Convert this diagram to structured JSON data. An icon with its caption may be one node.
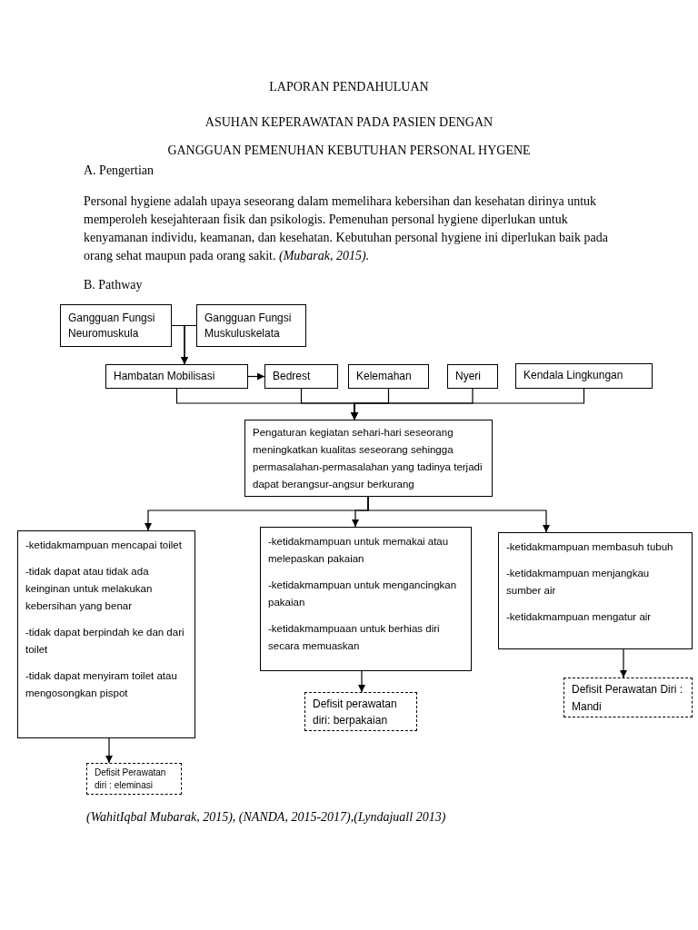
{
  "diagram": {
    "title": "LAPORAN PENDAHULUAN",
    "nodes": [
      {
        "text": [
          "Gangguan Fungsi Neuromuskula"
        ]
      },
      {
        "text": [
          "Gangguan Fungsi Muskuluskelata"
        ]
      },
      {
        "text": [
          "Hambatan Mobilisasi"
        ]
      },
      {
        "text": [
          "Bedrest"
        ]
      },
      {
        "text": [
          "Kelemahan"
        ]
      },
      {
        "text": [
          "Nyeri"
        ]
      },
      {
        "text": [
          "Kendala Lingkungan"
        ]
      },
      {
        "text": [
          "Pengaturan kegiatan sehari-hari seseorang meningkatkan kualitas seseorang sehingga permasalahan-permasalahan yang tadinya terjadi dapat berangsur-angsur berkurang"
        ]
      },
      {
        "text": [
          "-ketidakmampuan mencapai toilet",
          "-tidak dapat atau tidak ada keinginan untuk melakukan kebersihan yang benar",
          "-tidak dapat berpindah ke dan dari toilet",
          "-tidak dapat menyiram toilet atau mengosongkan pispot"
        ]
      },
      {
        "text": [
          "-ketidakmampuan untuk memakai atau melepaskan pakaian",
          "-ketidakmampuan untuk mengancingkan pakaian",
          "-ketidakmampuaan untuk berhias diri secara memuaskan"
        ]
      },
      {
        "text": [
          "-ketidakmampuan membasuh tubuh",
          "-ketidakmampuan menjangkau sumber air",
          "-ketidakmampuan mengatur air"
        ]
      },
      {
        "text": [
          "Defisit Perawatan diri : eleminasi"
        ]
      },
      {
        "text": [
          "Defisit perawatan diri: berpakaian"
        ]
      },
      {
        "text": [
          "Defisit Perawatan Diri : Mandi"
        ]
      }
    ],
    "edges": [
      {
        "from": 0,
        "to": 2,
        "arrow": "to"
      },
      {
        "from": 1,
        "to": 2,
        "arrow": "to"
      },
      {
        "from": 2,
        "to": 3,
        "arrow": "to"
      },
      {
        "from": 2,
        "to": 7,
        "arrow": "to"
      },
      {
        "from": 3,
        "to": 7,
        "arrow": "to"
      },
      {
        "from": 4,
        "to": 7,
        "arrow": "to"
      },
      {
        "from": 5,
        "to": 7,
        "arrow": "to"
      },
      {
        "from": 6,
        "to": 7,
        "arrow": "to"
      },
      {
        "from": 7,
        "to": 8,
        "arrow": "to"
      },
      {
        "from": 7,
        "to": 9,
        "arrow": "to"
      },
      {
        "from": 7,
        "to": 10,
        "arrow": "to"
      },
      {
        "from": 8,
        "to": 11,
        "arrow": "to"
      },
      {
        "from": 9,
        "to": 12,
        "arrow": "to"
      },
      {
        "from": 10,
        "to": 13,
        "arrow": "to"
      }
    ],
    "labels": [
      "ASUHAN KEPERAWATAN PADA PASIEN DENGAN",
      "GANGGUAN PEMENUHAN KEBUTUHAN PERSONAL HYGENE",
      "A. Pengertian",
      "Personal hygiene adalah upaya seseorang dalam memelihara kebersihan dan kesehatan dirinya untuk memperoleh kesejahteraan fisik dan psikologis. Pemenuhan personal hygiene diperlukan untuk kenyamanan individu, keamanan, dan kesehatan. Kebutuhan personal hygiene ini diperlukan baik pada orang sehat maupun pada orang sakit. *(Mubarak, 2015).*",
      "B. Pathway"
    ],
    "caption": "(WahitIqbal Mubarak, 2015), (NANDA, 2015-2017),(Lyndajuall 2013)"
  }
}
